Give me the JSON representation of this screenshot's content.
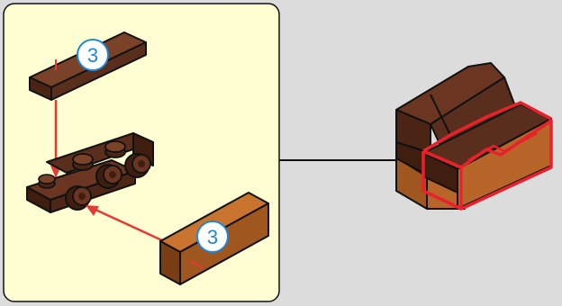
{
  "colors": {
    "background": "#dcdcdc",
    "callout_panel": "#fffdd2",
    "dark_brown": "#5a2e1c",
    "light_brown": "#a0561f",
    "arrow_red": "#e33b35",
    "highlight_red": "#e8212a",
    "badge_number": "#1e88d6"
  },
  "callout": {
    "parts": [
      {
        "name": "dark-brown-tile-1x4",
        "quantity_label": "3"
      },
      {
        "name": "bracket-plate-1x2-with-studs",
        "quantity_label": ""
      },
      {
        "name": "medium-brown-tile-1x4",
        "quantity_label": "3"
      }
    ]
  },
  "model": {
    "highlight": "red-outline-on-new-parts"
  }
}
